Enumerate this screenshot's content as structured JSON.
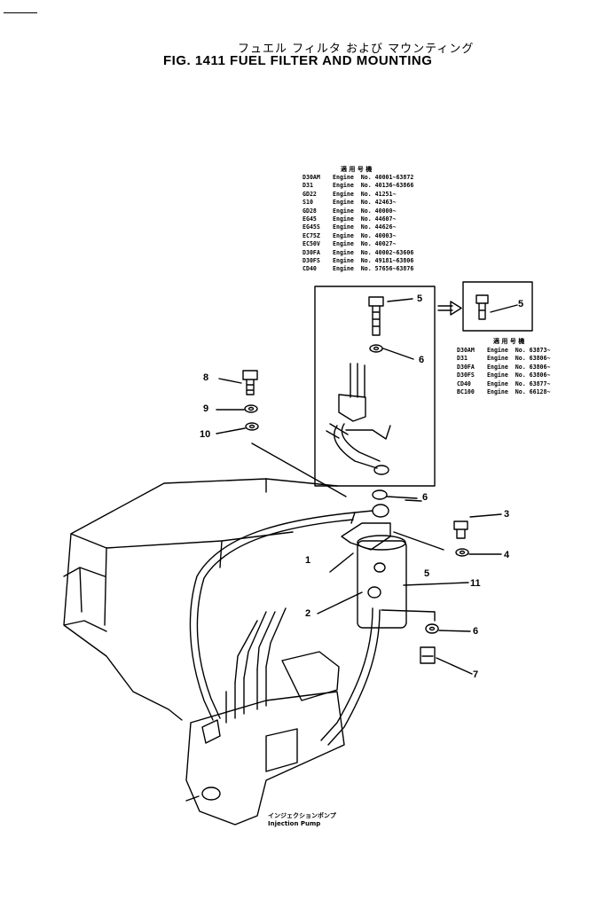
{
  "figure": {
    "title_jp": "フュエル フィルタ および マウンティング",
    "title_en": "FIG. 1411  FUEL FILTER AND MOUNTING"
  },
  "table_main": {
    "header": "適 用 号 機",
    "rows": [
      {
        "model": "D30AM",
        "text": "Engine  No. 40001~63872"
      },
      {
        "model": "D31",
        "text": "Engine  No. 40136~63866"
      },
      {
        "model": "GD22",
        "text": "Engine  No. 41251~"
      },
      {
        "model": "S10",
        "text": "Engine  No. 42463~"
      },
      {
        "model": "GD28",
        "text": "Engine  No. 40000~"
      },
      {
        "model": "EG45",
        "text": "Engine  No. 44607~"
      },
      {
        "model": "EG45S",
        "text": "Engine  No. 44626~"
      },
      {
        "model": "EC75Z",
        "text": "Engine  No. 40003~"
      },
      {
        "model": "EC50V",
        "text": "Engine  No. 40027~"
      },
      {
        "model": "D30FA",
        "text": "Engine  No. 40002~63606"
      },
      {
        "model": "D30FS",
        "text": "Engine  No. 49181~63806"
      },
      {
        "model": "CD40",
        "text": "Engine  No. 57656~63876"
      }
    ]
  },
  "table_inset": {
    "header": "適 用 号 機",
    "rows": [
      {
        "model": "D30AM",
        "text": "Engine  No. 63873~"
      },
      {
        "model": "D31",
        "text": "Engine  No. 63806~"
      },
      {
        "model": "D30FA",
        "text": "Engine  No. 63806~"
      },
      {
        "model": "D30FS",
        "text": "Engine  No. 63806~"
      },
      {
        "model": "CD40",
        "text": "Engine  No. 63877~"
      },
      {
        "model": "BC100",
        "text": "Engine  No. 66128~"
      }
    ]
  },
  "callouts": {
    "c1": "1",
    "c2": "2",
    "c3": "3",
    "c4": "4",
    "c5a": "5",
    "c5b": "5",
    "c5c": "5",
    "c6a": "6",
    "c6b": "6",
    "c6c": "6",
    "c7": "7",
    "c8": "8",
    "c9": "9",
    "c10": "10",
    "c11": "11"
  },
  "caption": {
    "jp": "インジェクションポンプ",
    "en": "Injection  Pump"
  }
}
